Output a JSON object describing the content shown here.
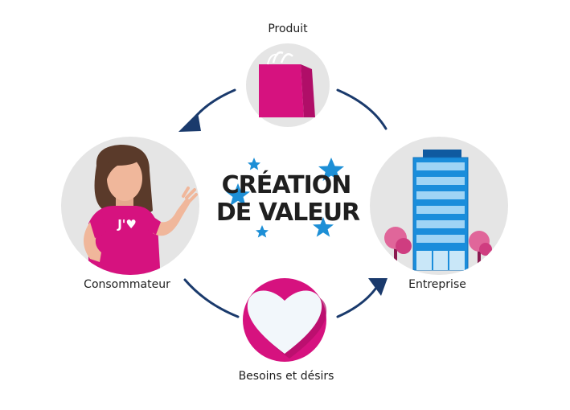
{
  "nodes": {
    "produit": {
      "label": "Produit"
    },
    "consommateur": {
      "label": "Consommateur"
    },
    "entreprise": {
      "label": "Entreprise"
    },
    "besoins": {
      "label": "Besoins et désirs"
    }
  },
  "center": {
    "line1": "CRÉATION",
    "line2": "DE VALEUR"
  },
  "shirt_text": "J'♥",
  "colors": {
    "magenta": "#d6127f",
    "dark_navy": "#1a3a6c",
    "circle_grey": "#e5e5e5",
    "star_blue": "#1d8fd6",
    "building_blue": "#1a8ddb"
  }
}
